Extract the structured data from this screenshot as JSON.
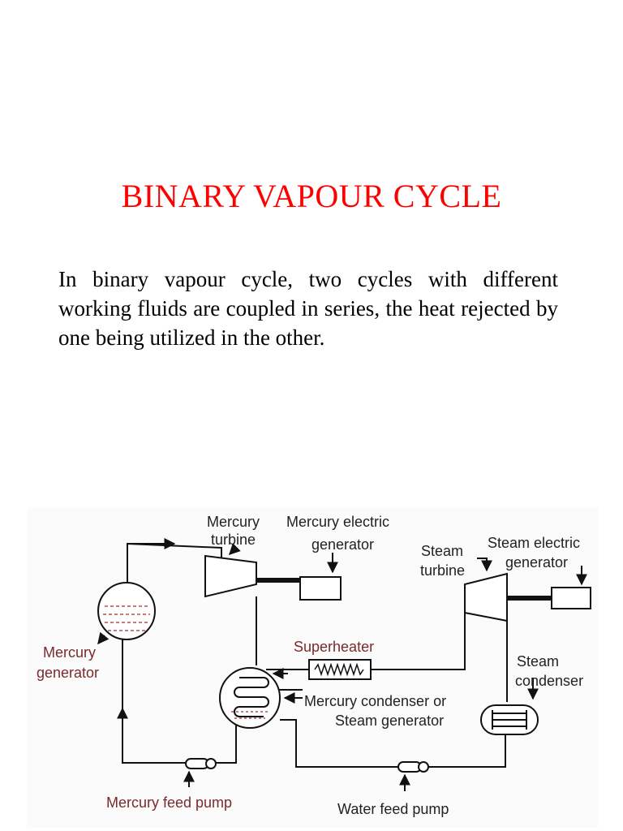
{
  "page": {
    "title": "BINARY VAPOUR CYCLE",
    "paragraph": "In binary vapour cycle, two cycles with different working fluids are coupled in series, the heat rejected by one being utilized in the other."
  },
  "diagram": {
    "labels": {
      "mercury_turbine_line1": "Mercury",
      "mercury_turbine_line2": "turbine",
      "mercury_generator_line1": "Mercury electric",
      "mercury_generator_line2": "generator",
      "steam_turbine_line1": "Steam",
      "steam_turbine_line2": "turbine",
      "steam_generator_line1": "Steam electric",
      "steam_generator_line2": "generator",
      "mercury_boiler_line1": "Mercury",
      "mercury_boiler_line2": "generator",
      "superheater": "Superheater",
      "condenser_line1": "Mercury condenser or",
      "condenser_line2": "Steam generator",
      "steam_condenser_line1": "Steam",
      "steam_condenser_line2": "condenser",
      "mercury_pump": "Mercury feed pump",
      "water_pump": "Water feed pump"
    }
  }
}
